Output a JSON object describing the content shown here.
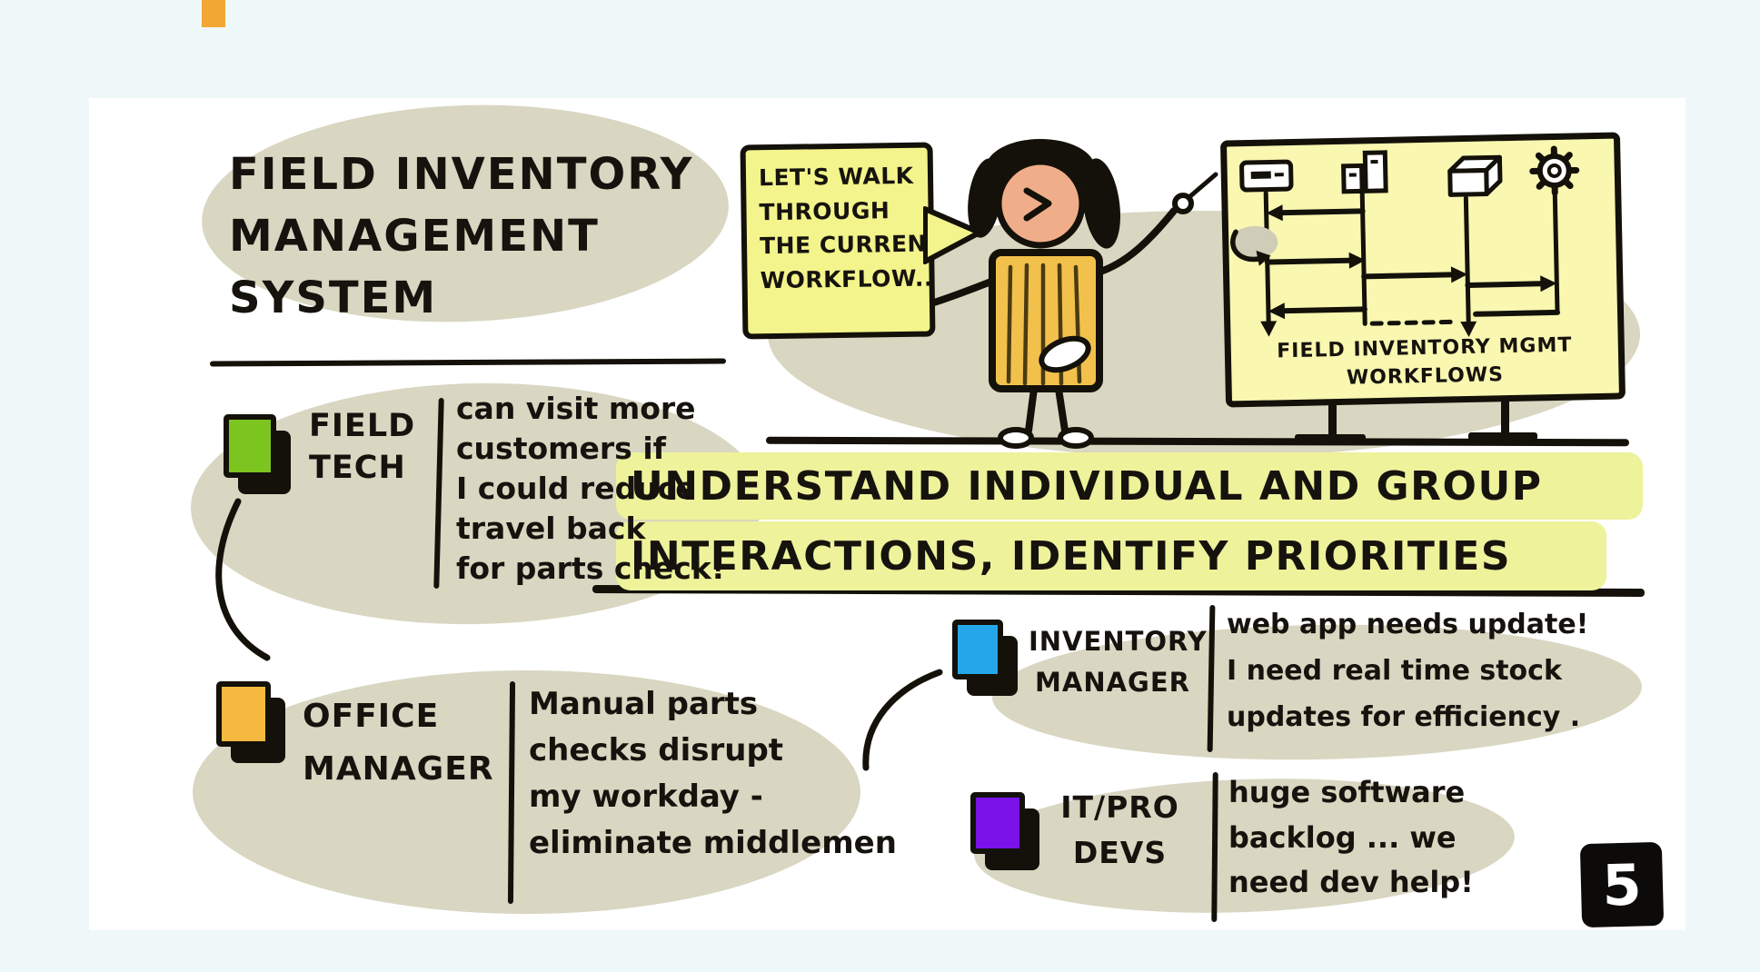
{
  "page": {
    "number": "5",
    "background": "#eef8f8",
    "canvas": "#ffffff",
    "blob_color": "#d9d6c1",
    "ink": "#131109"
  },
  "title": {
    "lines": [
      "FIELD INVENTORY",
      "MANAGEMENT",
      "SYSTEM"
    ]
  },
  "speech_bubble": {
    "fill": "#f3f48b",
    "lines": [
      "LET'S WALK",
      "THROUGH",
      "THE CURRENT",
      "WORKFLOW.."
    ]
  },
  "presenter": {
    "skin": "#f0ad89",
    "shirt": "#f2c14c"
  },
  "whiteboard": {
    "fill": "#f9f7b0",
    "caption_lines": [
      "FIELD INVENTORY MGMT",
      "WORKFLOWS"
    ],
    "icons": [
      "machine-icon",
      "files-icon",
      "package-icon",
      "gear-icon"
    ]
  },
  "banner": {
    "highlight": "#eef29b",
    "lines": [
      "UNDERSTAND INDIVIDUAL AND GROUP",
      "INTERACTIONS, IDENTIFY PRIORITIES"
    ]
  },
  "personas": [
    {
      "name": "Field Tech",
      "marker_color": "#7cc41f",
      "label_lines": [
        "FIELD",
        "TECH"
      ],
      "quote_lines": [
        "can visit more",
        "customers if",
        "I could reduce",
        "travel back",
        "for parts check!"
      ]
    },
    {
      "name": "Office Manager",
      "marker_color": "#f4b93e",
      "label_lines": [
        "OFFICE",
        "MANAGER"
      ],
      "quote_lines": [
        "Manual parts",
        "checks disrupt",
        "my workday -",
        "eliminate middlemen"
      ]
    },
    {
      "name": "Inventory Manager",
      "marker_color": "#24a7e8",
      "label_lines": [
        "INVENTORY",
        "MANAGER"
      ],
      "quote_lines": [
        "web app needs update!",
        "I need real time stock",
        "updates for efficiency ."
      ]
    },
    {
      "name": "IT/Pro Devs",
      "marker_color": "#7b12e9",
      "label_lines": [
        "IT/PRO",
        "DEVS"
      ],
      "quote_lines": [
        "huge software",
        "backlog ... we",
        "need dev help!"
      ]
    }
  ]
}
